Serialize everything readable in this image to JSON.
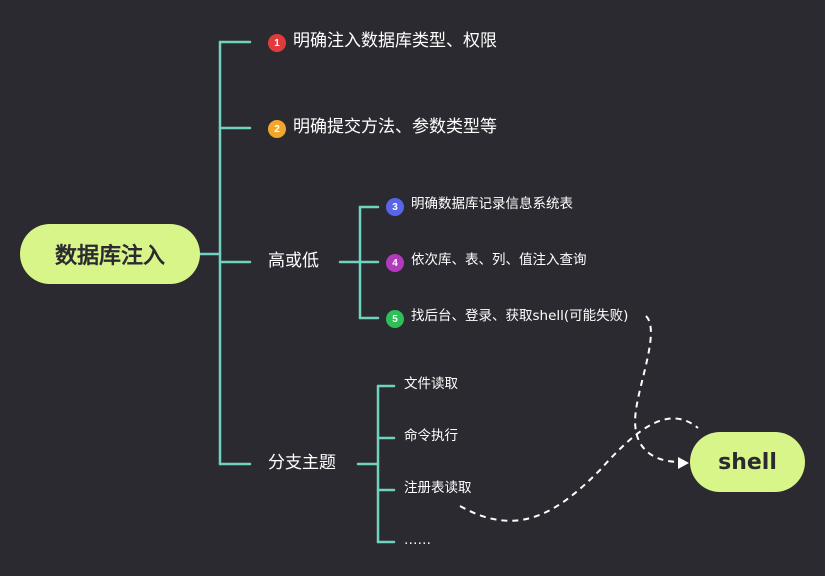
{
  "root": {
    "label": "数据库注入"
  },
  "branches": [
    {
      "label": "明确注入数据库类型、权限",
      "badge": "1",
      "badge_color": "#e03c3c"
    },
    {
      "label": "明确提交方法、参数类型等",
      "badge": "2",
      "badge_color": "#f2a72c"
    },
    {
      "label": "高或低"
    },
    {
      "label": "分支主题"
    }
  ],
  "high_low_children": [
    {
      "label": "明确数据库记录信息系统表",
      "badge": "3",
      "badge_color": "#5865e8"
    },
    {
      "label": "依次库、表、列、值注入查询",
      "badge": "4",
      "badge_color": "#b23bbd"
    },
    {
      "label": "找后台、登录、获取shell(可能失败)",
      "badge": "5",
      "badge_color": "#2fbf59"
    }
  ],
  "topic_children": [
    {
      "label": "文件读取"
    },
    {
      "label": "命令执行"
    },
    {
      "label": "注册表读取"
    },
    {
      "label": "……"
    }
  ],
  "target": {
    "label": "shell"
  },
  "colors": {
    "background": "#2b2a30",
    "connector": "#6fd3bf",
    "pill": "#d8f58a",
    "dashed": "#ffffff"
  }
}
